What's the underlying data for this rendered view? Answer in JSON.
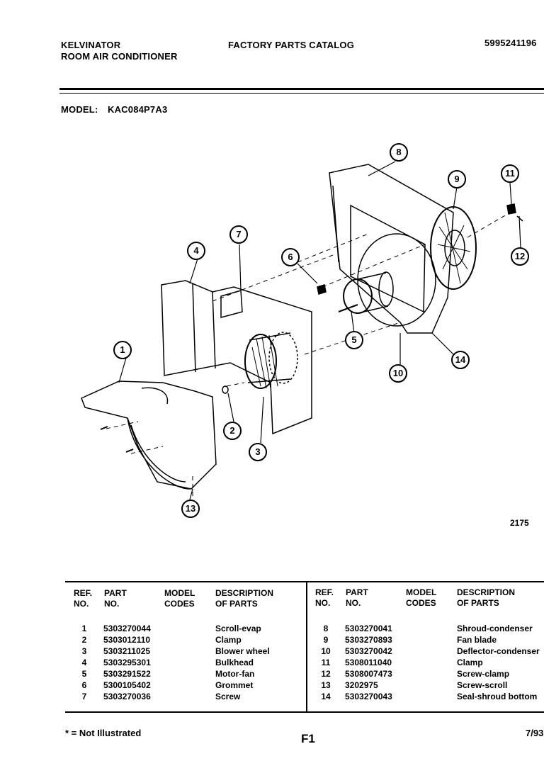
{
  "header": {
    "brand": "KELVINATOR",
    "product": "ROOM AIR CONDITIONER",
    "catalog_title": "FACTORY PARTS CATALOG",
    "catalog_number": "5995241196",
    "model_label": "MODEL:",
    "model_value": "KAC084P7A3"
  },
  "diagram": {
    "figure_number": "2175",
    "callouts": [
      "1",
      "2",
      "3",
      "4",
      "5",
      "6",
      "7",
      "8",
      "9",
      "10",
      "11",
      "12",
      "13",
      "14"
    ]
  },
  "table": {
    "columns": {
      "ref": "REF.\nNO.",
      "part": "PART\nNO.",
      "model": "MODEL\nCODES",
      "desc": "DESCRIPTION\nOF PARTS"
    },
    "left_rows": [
      {
        "ref": "1",
        "part": "5303270044",
        "model": "",
        "desc": "Scroll-evap"
      },
      {
        "ref": "2",
        "part": "5303012110",
        "model": "",
        "desc": "Clamp"
      },
      {
        "ref": "3",
        "part": "5303211025",
        "model": "",
        "desc": "Blower wheel"
      },
      {
        "ref": "4",
        "part": "5303295301",
        "model": "",
        "desc": "Bulkhead"
      },
      {
        "ref": "5",
        "part": "5303291522",
        "model": "",
        "desc": "Motor-fan"
      },
      {
        "ref": "6",
        "part": "5300105402",
        "model": "",
        "desc": "Grommet"
      },
      {
        "ref": "7",
        "part": "5303270036",
        "model": "",
        "desc": "Screw"
      }
    ],
    "right_rows": [
      {
        "ref": "8",
        "part": "5303270041",
        "model": "",
        "desc": "Shroud-condenser"
      },
      {
        "ref": "9",
        "part": "5303270893",
        "model": "",
        "desc": "Fan blade"
      },
      {
        "ref": "10",
        "part": "5303270042",
        "model": "",
        "desc": "Deflector-condenser"
      },
      {
        "ref": "11",
        "part": "5308011040",
        "model": "",
        "desc": "Clamp"
      },
      {
        "ref": "12",
        "part": "5308007473",
        "model": "",
        "desc": "Screw-clamp"
      },
      {
        "ref": "13",
        "part": "3202975",
        "model": "",
        "desc": "Screw-scroll"
      },
      {
        "ref": "14",
        "part": "5303270043",
        "model": "",
        "desc": "Seal-shroud bottom"
      }
    ]
  },
  "footer": {
    "note": "* = Not Illustrated",
    "page": "F1",
    "date": "7/93"
  }
}
